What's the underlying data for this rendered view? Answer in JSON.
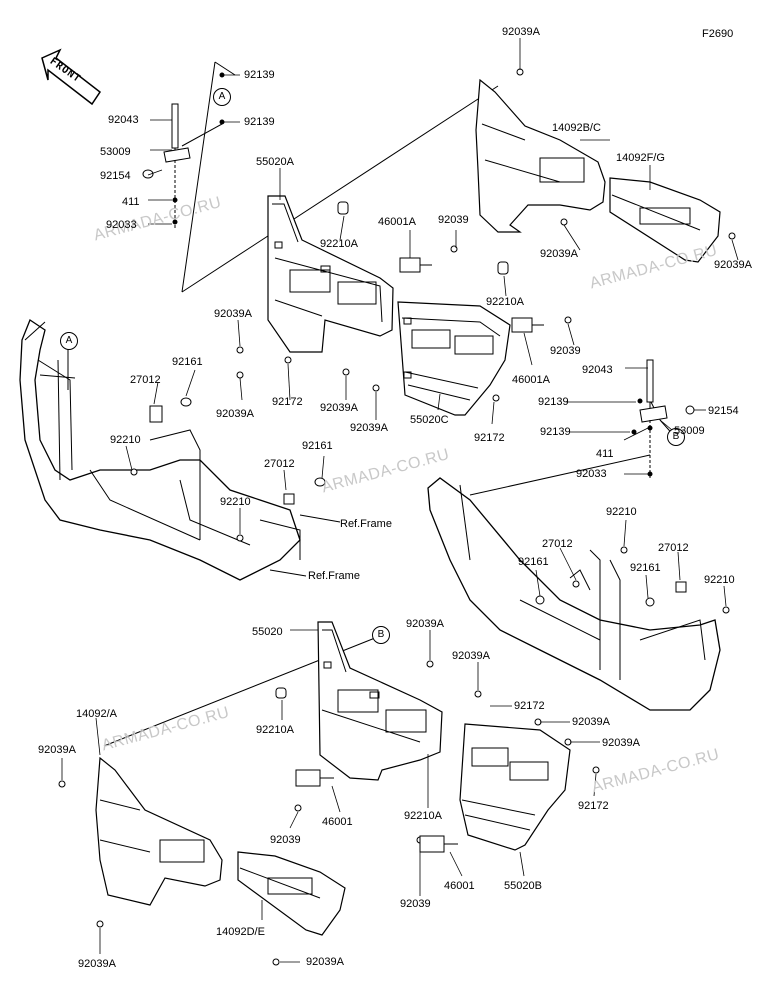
{
  "figure_code": "F2690",
  "front_label": "FRONT",
  "watermark": "ARMADA-CO.RU",
  "callouts": {
    "a": "A",
    "b": "B"
  },
  "refs": {
    "frame_left": "Ref.Frame",
    "frame_center": "Ref.Frame"
  },
  "labels": {
    "p92039A_top": "92039A",
    "p92139_a1": "92139",
    "p92139_a2": "92139",
    "p92043_a": "92043",
    "p53009_a": "53009",
    "p92154_a": "92154",
    "p411_a": "411",
    "p92033_a": "92033",
    "p55020A": "55020A",
    "p14092BC": "14092B/C",
    "p14092FG": "14092F/G",
    "p92210A_1": "92210A",
    "p46001A_1": "46001A",
    "p92039_1": "92039",
    "p92039A_mr1": "92039A",
    "p92039A_mr2": "92039A",
    "p92210A_2": "92210A",
    "p92039A_l1": "92039A",
    "p92039_2": "92039",
    "p46001A_2": "46001A",
    "p92043_b": "92043",
    "p92161_1": "92161",
    "p27012_1": "27012",
    "p92039A_l2": "92039A",
    "p92172_1": "92172",
    "p92039A_c1": "92039A",
    "p92039A_c2": "92039A",
    "p92139_b1": "92139",
    "p92154_b": "92154",
    "p92139_b2": "92139",
    "p53009_b": "53009",
    "p92210_1": "92210",
    "p92161_2": "92161",
    "p27012_2": "27012",
    "p55020C": "55020C",
    "p92172_2": "92172",
    "p411_b": "411",
    "p92033_b": "92033",
    "p92210_2": "92210",
    "p92210_3": "92210",
    "p27012_3": "27012",
    "p27012_4": "27012",
    "p92161_3": "92161",
    "p92161_4": "92161",
    "p92210_4": "92210",
    "p55020": "55020",
    "p92039A_b1": "92039A",
    "p92039A_b2": "92039A",
    "p14092A": "14092/A",
    "p92172_3": "92172",
    "p92039A_b3": "92039A",
    "p92210A_3": "92210A",
    "p92039A_b4": "92039A",
    "p92039A_b5": "92039A",
    "p92210A_4": "92210A",
    "p92172_4": "92172",
    "p92039_3": "92039",
    "p46001_1": "46001",
    "p46001_2": "46001",
    "p55020B": "55020B",
    "p92039_4": "92039",
    "p92039A_b6": "92039A",
    "p14092DE": "14092D/E",
    "p92039A_b7": "92039A"
  }
}
